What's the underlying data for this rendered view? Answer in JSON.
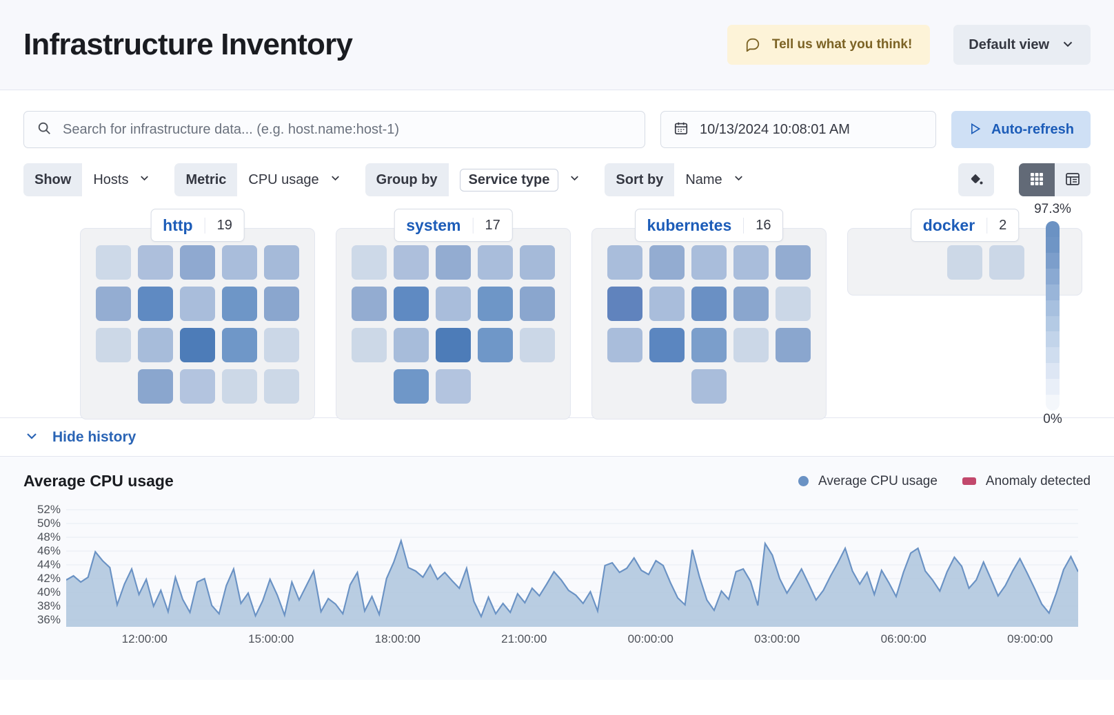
{
  "header": {
    "title": "Infrastructure Inventory",
    "feedback_label": "Tell us what you think!",
    "feedback_icon": "comment-icon",
    "view_label": "Default view",
    "view_icon": "chevron-down-icon"
  },
  "search": {
    "placeholder": "Search for infrastructure data... (e.g. host.name:host-1)",
    "value": "",
    "icon": "search-icon"
  },
  "datepicker": {
    "value": "10/13/2024 10:08:01 AM",
    "icon": "calendar-icon"
  },
  "autorefresh": {
    "label": "Auto-refresh",
    "icon": "play-icon"
  },
  "filters": [
    {
      "label": "Show",
      "value": "Hosts",
      "boxed": false,
      "icon": "chevron-down-icon"
    },
    {
      "label": "Metric",
      "value": "CPU usage",
      "boxed": false,
      "icon": "chevron-down-icon"
    },
    {
      "label": "Group by",
      "value": "Service type",
      "boxed": true,
      "icon": "chevron-down-icon"
    },
    {
      "label": "Sort by",
      "value": "Name",
      "boxed": false,
      "icon": "chevron-down-icon"
    }
  ],
  "view_controls": {
    "palette_icon": "color-fill-icon",
    "map_icon": "grid-view-icon",
    "table_icon": "table-view-icon",
    "active": "map"
  },
  "legend_scale": {
    "max_label": "97.3%",
    "min_label": "0%",
    "colors": [
      "#6b92c3",
      "#6f95c5",
      "#7c9ecb",
      "#8aa9d2",
      "#99b5d9",
      "#a7c0df",
      "#b4cae4",
      "#c2d4ea",
      "#cfddef",
      "#dde6f4",
      "#e9eff8",
      "#f4f7fb"
    ]
  },
  "groups": [
    {
      "name": "http",
      "count": "19",
      "columns": 5,
      "tiles": [
        "#cdd9e8",
        "#adbfdc",
        "#8fa9d0",
        "#a9bddb",
        "#a5bad9",
        "#94add2",
        "#5f8ac2",
        "#a9bddb",
        "#6e96c7",
        "#8aa6ce",
        "#ccd8e7",
        "#a7bcda",
        "#4d7cb8",
        "#6f97c8",
        "#cbd7e7",
        null,
        "#8aa6ce",
        "#b3c4df",
        "#ccd8e7",
        "#ccd8e7"
      ]
    },
    {
      "name": "system",
      "count": "17",
      "columns": 5,
      "tiles": [
        "#cdd9e8",
        "#adbfdc",
        "#93acd1",
        "#a9bddb",
        "#a5bad9",
        "#93acd1",
        "#5f8ac2",
        "#a9bddb",
        "#6e96c7",
        "#8aa6ce",
        "#ccd8e7",
        "#a7bcda",
        "#4d7cb8",
        "#6f97c8",
        "#cbd7e7",
        null,
        "#6f97c8",
        "#b3c4df",
        null,
        null
      ]
    },
    {
      "name": "kubernetes",
      "count": "16",
      "columns": 5,
      "tiles": [
        "#a9bddb",
        "#93acd1",
        "#a9bddb",
        "#a9bddb",
        "#93acd1",
        "#6083bd",
        "#a9bddb",
        "#6a90c4",
        "#8aa6ce",
        "#cbd7e7",
        "#a9bddb",
        "#5b86c0",
        "#7b9ecb",
        "#cbd7e7",
        "#8aa6ce",
        null,
        null,
        "#a9bddb",
        null,
        null
      ]
    },
    {
      "name": "docker",
      "count": "2",
      "columns": 5,
      "tiles": [
        null,
        null,
        "#ccd8e7",
        "#cbd7e7",
        null
      ]
    }
  ],
  "history": {
    "toggle_label": "Hide history",
    "toggle_icon": "chevron-down-icon"
  },
  "chart_data": {
    "type": "area",
    "title": "Average CPU usage",
    "xlabel": "",
    "ylabel": "",
    "ylim": [
      35,
      53
    ],
    "yticks": [
      "36%",
      "38%",
      "40%",
      "42%",
      "44%",
      "46%",
      "48%",
      "50%",
      "52%"
    ],
    "ytick_values": [
      36,
      38,
      40,
      42,
      44,
      46,
      48,
      50,
      52
    ],
    "xticks": [
      "12:00:00",
      "15:00:00",
      "18:00:00",
      "21:00:00",
      "00:00:00",
      "03:00:00",
      "06:00:00",
      "09:00:00"
    ],
    "grid": true,
    "legend_position": "top-right",
    "series": [
      {
        "name": "Average CPU usage",
        "color": "#6a92c4",
        "marker": "dot"
      },
      {
        "name": "Anomaly detected",
        "color": "#c2486c",
        "marker": "square"
      }
    ],
    "values": [
      41.8,
      42.4,
      41.5,
      42.2,
      45.9,
      44.6,
      43.6,
      38.2,
      41.2,
      43.4,
      39.7,
      41.9,
      38.0,
      40.3,
      37.2,
      42.2,
      39.0,
      37.1,
      41.5,
      42.0,
      38.1,
      36.9,
      41.0,
      43.4,
      38.4,
      39.9,
      36.6,
      38.8,
      41.9,
      39.6,
      36.7,
      41.5,
      38.9,
      41.0,
      43.1,
      37.2,
      39.1,
      38.3,
      36.9,
      41.1,
      42.9,
      37.3,
      39.4,
      36.8,
      42.0,
      44.4,
      47.5,
      43.6,
      43.1,
      42.2,
      44.0,
      41.9,
      42.9,
      41.7,
      40.6,
      43.5,
      38.7,
      36.5,
      39.3,
      36.9,
      38.4,
      37.1,
      39.8,
      38.5,
      40.6,
      39.5,
      41.2,
      43.0,
      41.8,
      40.3,
      39.6,
      38.4,
      40.1,
      37.3,
      43.9,
      44.3,
      42.9,
      43.5,
      45.0,
      43.2,
      42.6,
      44.6,
      43.9,
      41.4,
      39.2,
      38.2,
      46.2,
      42.2,
      38.9,
      37.4,
      40.2,
      39.0,
      43.0,
      43.4,
      41.6,
      38.1,
      47.1,
      45.4,
      42.0,
      39.9,
      41.6,
      43.4,
      41.2,
      38.9,
      40.3,
      42.4,
      44.3,
      46.4,
      43.1,
      41.2,
      42.9,
      39.7,
      43.2,
      41.4,
      39.4,
      42.9,
      45.7,
      46.4,
      43.1,
      41.8,
      40.2,
      43.0,
      45.1,
      43.8,
      40.6,
      41.8,
      44.4,
      42.0,
      39.5,
      41.0,
      43.1,
      44.9,
      42.8,
      40.6,
      38.3,
      37.0,
      39.9,
      43.3,
      45.2,
      43.0
    ]
  }
}
